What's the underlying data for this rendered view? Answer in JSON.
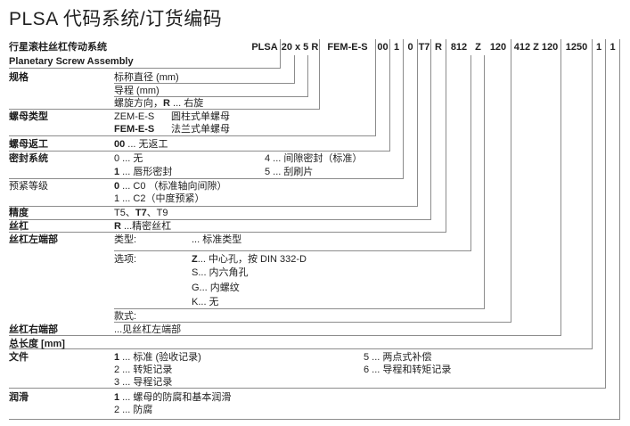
{
  "title": "PLSA 代码系统/订货编码",
  "header": {
    "label_zh": "行星滚柱丝杠传动系统",
    "label_en": "Planetary Screw Assembly",
    "segments": [
      "PLSA",
      "20 x 5 R",
      "FEM-E-S",
      "00",
      "1",
      "0",
      "T7",
      "R",
      "812",
      "Z",
      "120",
      "412 Z 120",
      "1250",
      "1",
      "1"
    ]
  },
  "sections": {
    "spec": {
      "label": "规格",
      "diameter": "标称直径 (mm)",
      "lead": "导程 (mm)",
      "direction_prefix": "螺旋方向，",
      "direction_bold": "R",
      "direction_suffix": " ... 右旋"
    },
    "nut_type": {
      "label": "螺母类型",
      "zem_code": "ZEM-E-S",
      "zem_desc": "圆柱式单螺母",
      "fem_code": "FEM-E-S",
      "fem_desc": "法兰式单螺母"
    },
    "nut_rework": {
      "label": "螺母返工",
      "code_bold": "00",
      "rest": " ... 无返工"
    },
    "seal": {
      "label": "密封系统",
      "opt0": "0 ... 无",
      "opt1_bold": "1",
      "opt1_rest": " ... 唇形密封",
      "opt4": "4 ... 间隙密封（标准）",
      "opt5": "5 ... 刮刷片"
    },
    "preload": {
      "label": "预紧等级",
      "opt0_bold": "0",
      "opt0_rest": " ... C0 （标准轴向间隙）",
      "opt1": "1 ... C2（中度预紧）"
    },
    "accuracy": {
      "label": "精度",
      "pre": "T5、",
      "bold": "T7",
      "post": "、T9"
    },
    "screw": {
      "label": "丝杠",
      "bold": "R",
      "rest": " ...精密丝杠"
    },
    "left_end": {
      "label": "丝杠左端部",
      "type_label": "类型:",
      "type_value": "... 标准类型",
      "options_label": "选项:",
      "optZ_bold": "Z",
      "optZ_rest": "... 中心孔，按 DIN 332-D",
      "optS": "S... 内六角孔",
      "optG": "G... 内螺纹",
      "optK": "K... 无",
      "style_label": "款式:"
    },
    "right_end": {
      "label": "丝杠右端部",
      "value": "...见丝杠左端部"
    },
    "total_length": {
      "label": "总长度 [mm]"
    },
    "documents": {
      "label": "文件",
      "opt1_bold": "1",
      "opt1_rest": " ... 标准 (验收记录)",
      "opt2": "2 ... 转矩记录",
      "opt3": "3 ... 导程记录",
      "opt5": "5 ... 两点式补偿",
      "opt6": "6 ... 导程和转矩记录"
    },
    "lubrication": {
      "label": "润滑",
      "opt1_bold": "1",
      "opt1_rest": " ... 螺母的防腐和基本润滑",
      "opt2": "2 ... 防腐"
    }
  },
  "colors": {
    "line": "#8c8c8c",
    "text": "#1f1f1f"
  }
}
